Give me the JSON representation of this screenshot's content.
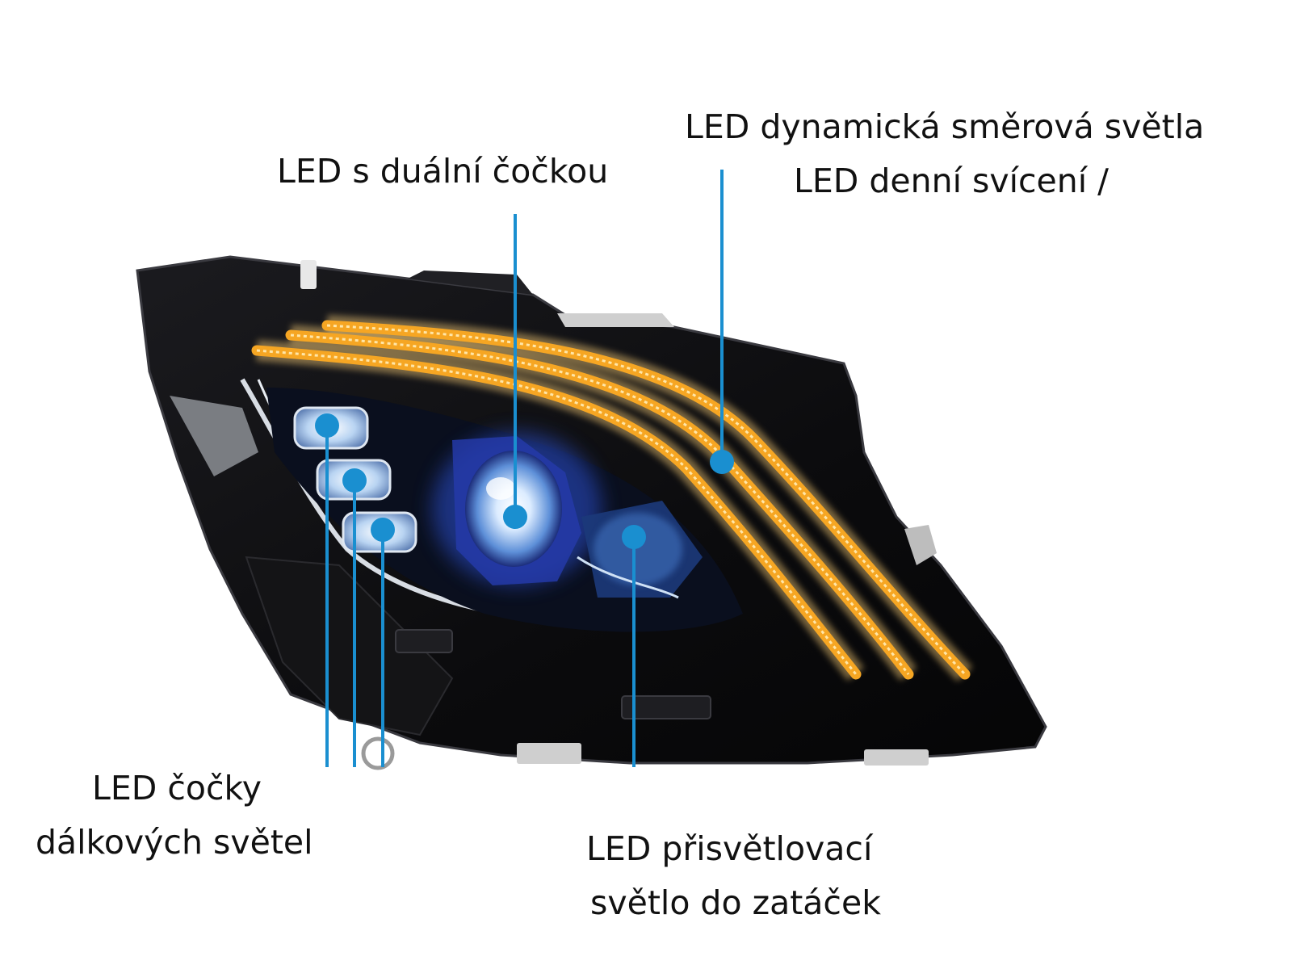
{
  "colors": {
    "background": "#ffffff",
    "housing": "#0c0c0e",
    "drl_amber": "#f6a623",
    "drl_glow": "#ffd37a",
    "led_blue": "#1a8fd0",
    "callout_line": "#1a8fd0",
    "text": "#111111"
  },
  "callouts": {
    "dual_lens": {
      "line1": "LED s duální čočkou"
    },
    "drl": {
      "line1": "LED dynamická směrová světla",
      "line2": "LED denní svícení /"
    },
    "high_beam": {
      "line1": "LED čočky",
      "line2": "dálkových světel"
    },
    "cornering": {
      "line1": "LED přisvětlovací",
      "line2": "světlo do zatáček"
    }
  }
}
